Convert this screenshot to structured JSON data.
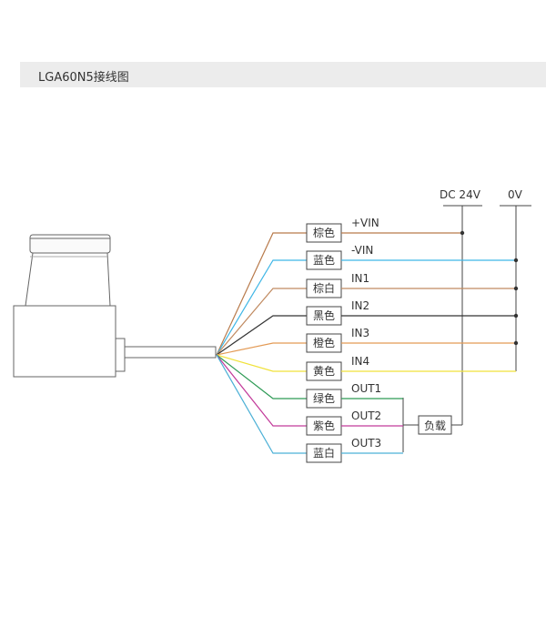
{
  "header": {
    "title": "LGA60N5接线图"
  },
  "power": {
    "dc": "DC 24V",
    "gnd": "0V"
  },
  "wires": [
    {
      "color_name": "棕色",
      "signal": "+VIN",
      "stroke": "#b87a4b"
    },
    {
      "color_name": "蓝色",
      "signal": "-VIN",
      "stroke": "#3fb6e6"
    },
    {
      "color_name": "棕白",
      "signal": "IN1",
      "stroke": "#c08a60"
    },
    {
      "color_name": "黑色",
      "signal": "IN2",
      "stroke": "#333333"
    },
    {
      "color_name": "橙色",
      "signal": "IN3",
      "stroke": "#e39a55"
    },
    {
      "color_name": "黄色",
      "signal": "IN4",
      "stroke": "#f0e23a"
    },
    {
      "color_name": "绿色",
      "signal": "OUT1",
      "stroke": "#2e9a55"
    },
    {
      "color_name": "紫色",
      "signal": "OUT2",
      "stroke": "#c23a9a"
    },
    {
      "color_name": "蓝白",
      "signal": "OUT3",
      "stroke": "#4cb0d6"
    }
  ],
  "load": {
    "label": "负载"
  }
}
